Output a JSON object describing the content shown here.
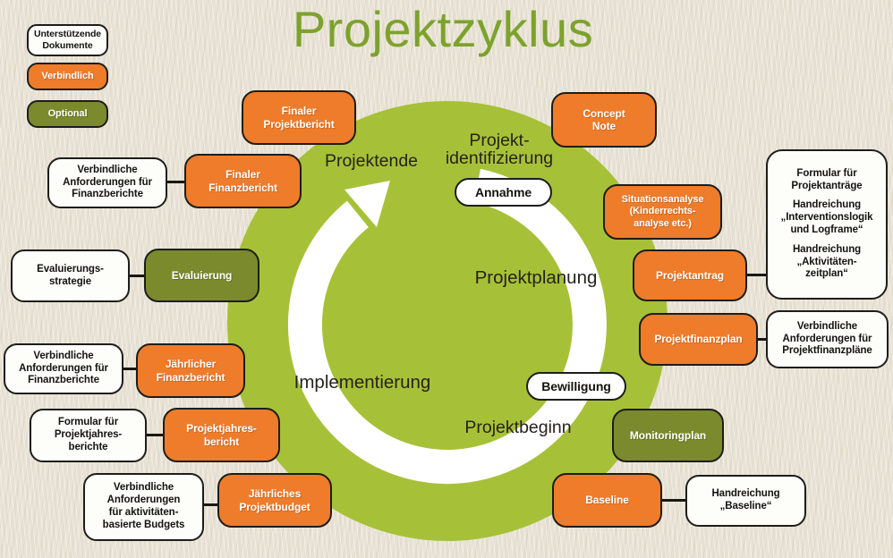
{
  "title": "Projektzyklus",
  "legend": {
    "supporting_docs": "Unterstützende\nDokumente",
    "mandatory": "Verbindlich",
    "optional": "Optional"
  },
  "cycle": {
    "phases": {
      "projektende": "Projektende",
      "projektidentifizierung": "Projekt-\nidentifizierung",
      "projektplanung": "Projektplanung",
      "implementierung": "Implementierung",
      "projektbeginn": "Projektbeginn"
    },
    "milestones": {
      "annahme": "Annahme",
      "bewilligung": "Bewilligung"
    }
  },
  "boxes": {
    "finaler_projektbericht": "Finaler\nProjektbericht",
    "concept_note": "Concept\nNote",
    "finaler_finanzbericht": "Finaler\nFinanzbericht",
    "situationsanalyse": "Situationsanalyse\n(Kinderrechts-\nanalyse etc.)",
    "projektantrag": "Projektantrag",
    "projektfinanzplan": "Projektfinanzplan",
    "jaehrlicher_finanzbericht": "Jährlicher\nFinanzbericht",
    "projektjahresbericht": "Projektjahres-\nbericht",
    "jaehrliches_projektbudget": "Jährliches\nProjektbudget",
    "baseline": "Baseline",
    "evaluierung": "Evaluierung",
    "monitoringplan": "Monitoringplan"
  },
  "documents": {
    "verbindliche_finanzberichte_1": "Verbindliche\nAnforderungen für\nFinanzberichte",
    "evaluierungsstrategie": "Evaluierungs-\nstrategie",
    "verbindliche_finanzberichte_2": "Verbindliche\nAnforderungen für\nFinanzberichte",
    "formular_projektjahresberichte": "Formular für\nProjektjahres-\nberichte",
    "verbindliche_budgets": "Verbindliche\nAnforderungen\nfür aktivitäten-\nbasierte Budgets",
    "antrag_docs": {
      "p1": "Formular für\nProjektanträge",
      "p2": "Handreichung\n„Interventionslogik\nund Logframe“",
      "p3": "Handreichung\n„Aktivitäten-\nzeitplan“"
    },
    "verbindliche_projektfinanzplaene": "Verbindliche\nAnforderungen für\nProjektfinanzpläne",
    "handreichung_baseline": "Handreichung\n„Baseline“"
  },
  "colors": {
    "orange": "#ee7c2b",
    "olive": "#7a8a2c",
    "circle_green": "#a6c138",
    "title_green": "#7da22d",
    "background": "#e9e3d5",
    "border": "#1d1d1b"
  }
}
